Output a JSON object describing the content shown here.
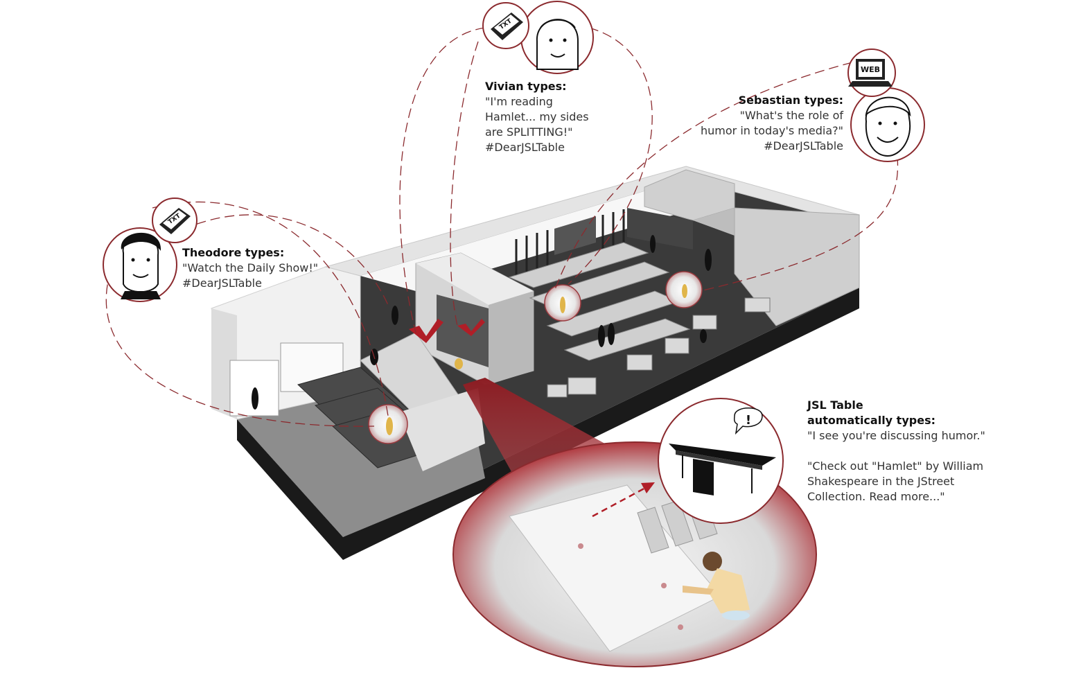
{
  "colors": {
    "accent": "#8b2a2e",
    "floor_dark": "#2f2f2f",
    "wall": "#e9e9e9"
  },
  "callouts": {
    "vivian": {
      "name": "Vivian types:",
      "lines": [
        "\"I'm reading",
        "Hamlet... my sides",
        "are SPLITTING!\"",
        "#DearJSLTable"
      ],
      "device_label": "TXT"
    },
    "sebastian": {
      "name": "Sebastian types:",
      "lines": [
        "\"What's the role of",
        "humor in today's media?\"",
        "#DearJSLTable"
      ],
      "device_label": "WEB"
    },
    "theodore": {
      "name": "Theodore types:",
      "lines": [
        "\"Watch the Daily Show!\"",
        "#DearJSLTable"
      ],
      "device_label": "TXT"
    },
    "jsl_table": {
      "name_lines": [
        "JSL Table",
        "automatically types:"
      ],
      "lines": [
        "\"I see you're discussing humor.\"",
        "",
        "\"Check out \"Hamlet\" by William",
        "Shakespeare in the JStreet",
        "Collection. Read more...\""
      ],
      "alert_glyph": "!"
    }
  }
}
